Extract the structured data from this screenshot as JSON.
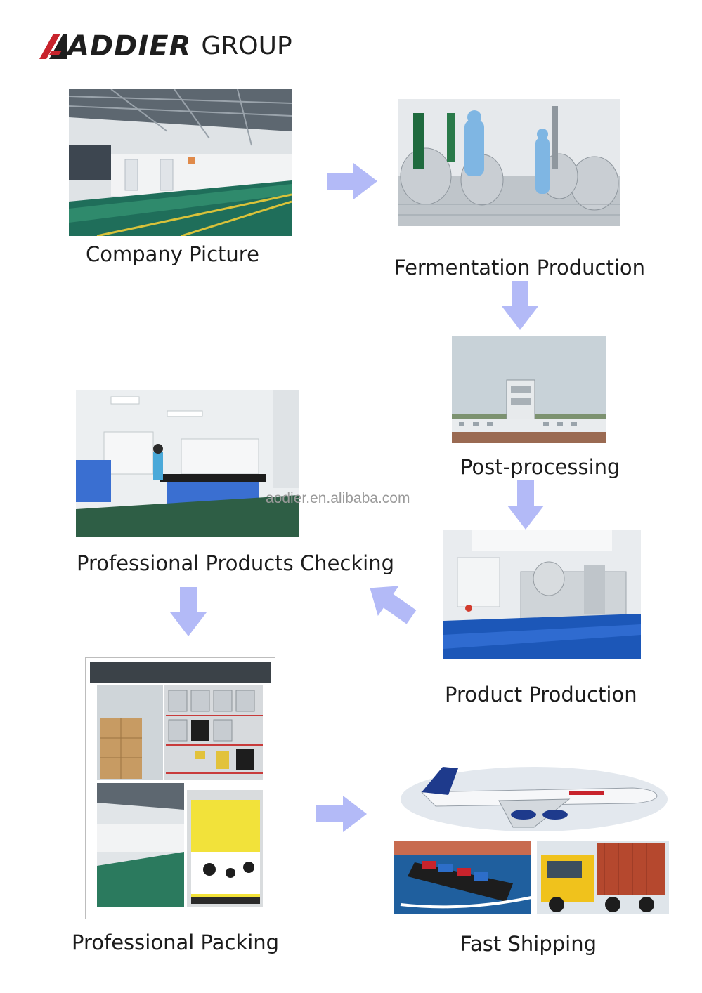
{
  "logo": {
    "brand": "ADDIER",
    "group": "GROUP"
  },
  "watermark": "aodier.en.alibaba.com",
  "steps": {
    "company": "Company Picture",
    "fermentation": "Fermentation Production",
    "post": "Post-processing",
    "checking": "Professional Products Checking",
    "product": "Product Production",
    "packing": "Professional Packing",
    "shipping": "Fast Shipping"
  },
  "colors": {
    "arrow": "#b3baf7",
    "logo_accent": "#c8232c"
  }
}
